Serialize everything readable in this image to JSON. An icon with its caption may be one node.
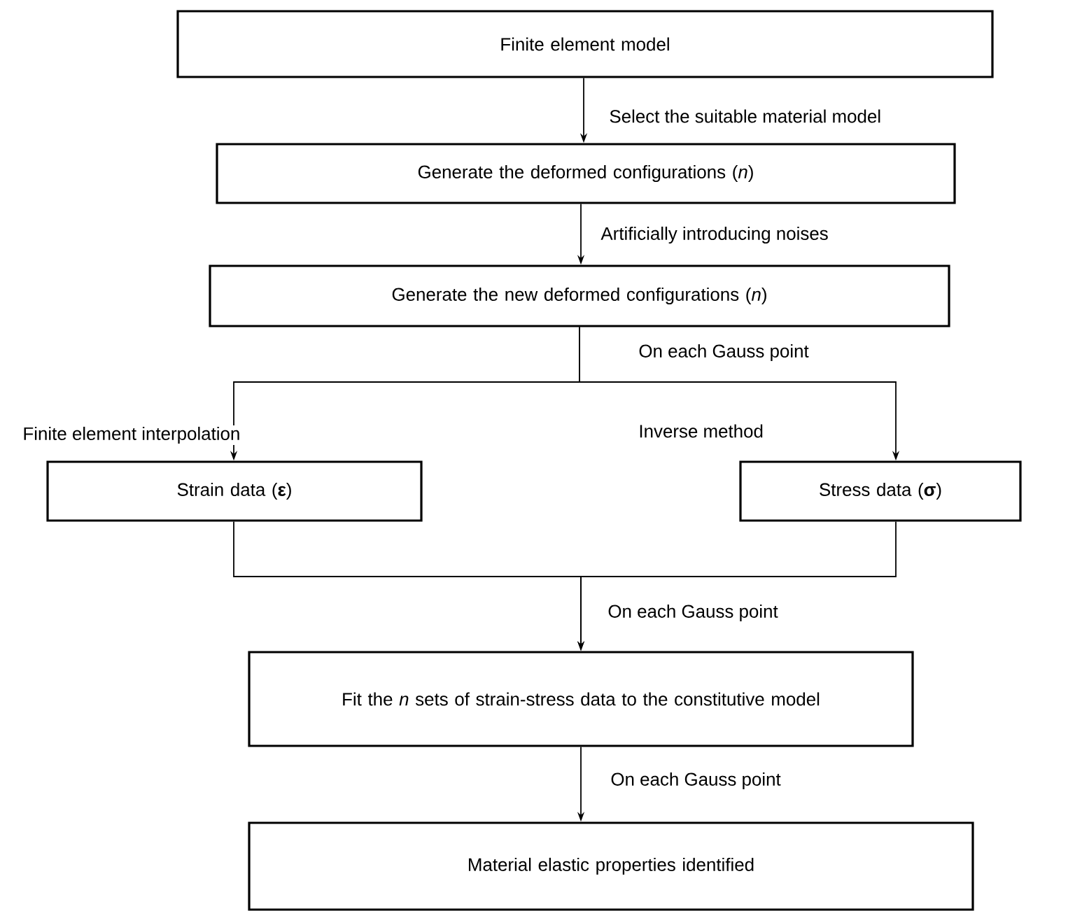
{
  "diagram": {
    "nodes": [
      {
        "text": [
          "Finite element  model"
        ]
      },
      {
        "text": [
          "Generate the deformed configurations (*n*)"
        ]
      },
      {
        "text": [
          "Generate the new deformed configurations (*n*)"
        ]
      },
      {
        "text": [
          "Strain data (**ε**)"
        ]
      },
      {
        "text": [
          "Stress data (**σ**)"
        ]
      },
      {
        "text": [
          "Fit the *n* sets of strain-stress data to the constitutive model"
        ]
      },
      {
        "text": [
          "Material elastic properties identified"
        ]
      }
    ],
    "edges": [
      {
        "from": 0,
        "to": 1,
        "arrow": "to",
        "label": "Select the suitable material model"
      },
      {
        "from": 1,
        "to": 2,
        "arrow": "to",
        "label": "Artificially introducing noises"
      },
      {
        "from": 2,
        "to": 3,
        "arrow": "to",
        "label": "Finite element interpolation"
      },
      {
        "from": 2,
        "to": 4,
        "arrow": "to",
        "label": "Inverse method"
      },
      {
        "from": 3,
        "to": 5,
        "arrow": "to"
      },
      {
        "from": 4,
        "to": 5,
        "arrow": "to"
      },
      {
        "from": 5,
        "to": 6,
        "arrow": "to",
        "label": "On each Gauss point"
      }
    ],
    "labels": [
      "On each Gauss point",
      "On each Gauss point"
    ]
  }
}
